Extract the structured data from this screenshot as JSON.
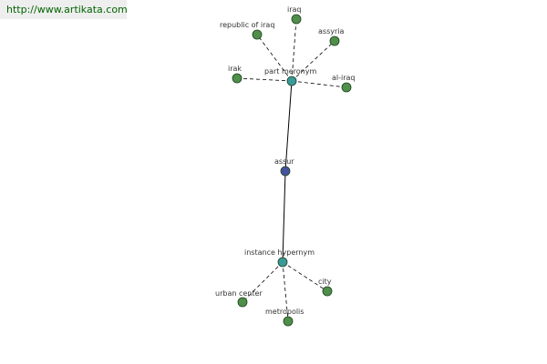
{
  "banner": {
    "url": "http://www.artikata.com"
  },
  "colors": {
    "leaf": "#4e8f4a",
    "relation": "#3a9a9a",
    "root": "#45539e"
  },
  "graph": {
    "nodes": [
      {
        "id": "assur",
        "label": "assur",
        "kind": "root"
      },
      {
        "id": "part-meronym",
        "label": "part meronym",
        "kind": "relation"
      },
      {
        "id": "instance-hypernym",
        "label": "instance hypernym",
        "kind": "relation"
      },
      {
        "id": "iraq",
        "label": "iraq",
        "kind": "leaf"
      },
      {
        "id": "republic-of-iraq",
        "label": "republic of iraq",
        "kind": "leaf"
      },
      {
        "id": "assyria",
        "label": "assyria",
        "kind": "leaf"
      },
      {
        "id": "irak",
        "label": "irak",
        "kind": "leaf"
      },
      {
        "id": "al-iraq",
        "label": "al-iraq",
        "kind": "leaf"
      },
      {
        "id": "city",
        "label": "city",
        "kind": "leaf"
      },
      {
        "id": "urban-center",
        "label": "urban center",
        "kind": "leaf"
      },
      {
        "id": "metropolis",
        "label": "metropolis",
        "kind": "leaf"
      }
    ],
    "edges": [
      {
        "from": "assur",
        "to": "part-meronym",
        "style": "solid"
      },
      {
        "from": "assur",
        "to": "instance-hypernym",
        "style": "solid"
      },
      {
        "from": "part-meronym",
        "to": "iraq",
        "style": "dashed"
      },
      {
        "from": "part-meronym",
        "to": "republic-of-iraq",
        "style": "dashed"
      },
      {
        "from": "part-meronym",
        "to": "assyria",
        "style": "dashed"
      },
      {
        "from": "part-meronym",
        "to": "irak",
        "style": "dashed"
      },
      {
        "from": "part-meronym",
        "to": "al-iraq",
        "style": "dashed"
      },
      {
        "from": "instance-hypernym",
        "to": "city",
        "style": "dashed"
      },
      {
        "from": "instance-hypernym",
        "to": "urban-center",
        "style": "dashed"
      },
      {
        "from": "instance-hypernym",
        "to": "metropolis",
        "style": "dashed"
      }
    ]
  }
}
